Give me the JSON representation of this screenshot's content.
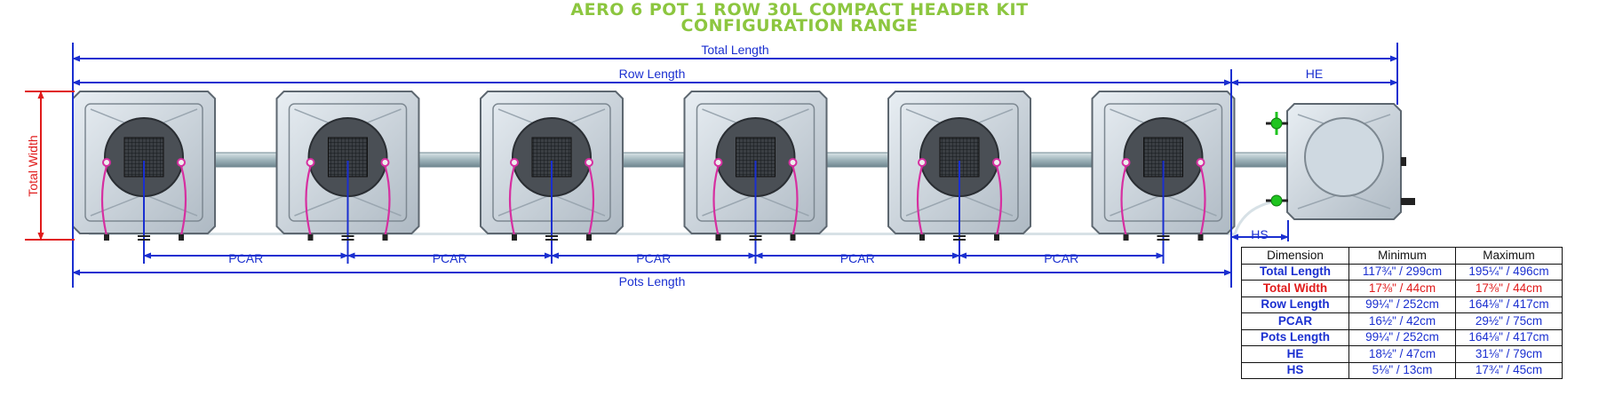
{
  "title": {
    "line1": "AERO 6 POT 1 ROW 30L COMPACT HEADER KIT",
    "line2": "CONFIGURATION RANGE"
  },
  "dimensions": {
    "total_length": "Total Length",
    "row_length": "Row Length",
    "header": "HE",
    "total_width": "Total Width",
    "header_spacing": "HS",
    "pot_spacing": "PCAR",
    "pots_length": "Pots Length"
  },
  "diagram": {
    "pot_count": 6,
    "colors": {
      "dimension_line": "#1a2fd0",
      "width_line": "#e01b1b",
      "title": "#8cc63f",
      "pot_body": "#c9d3dc",
      "pot_edge": "#5d6770",
      "pipe": "#9fb4bb",
      "drip_line": "#d62fa0",
      "valve": "#1fc41f"
    }
  },
  "table": {
    "headers": [
      "Dimension",
      "Minimum",
      "Maximum"
    ],
    "rows": [
      {
        "dimension": "Total Length",
        "min": "117¾\" / 299cm",
        "max": "195¼\" / 496cm",
        "highlight": "blue"
      },
      {
        "dimension": "Total Width",
        "min": "17⅜\" / 44cm",
        "max": "17⅜\" / 44cm",
        "highlight": "red"
      },
      {
        "dimension": "Row Length",
        "min": "99¼\" / 252cm",
        "max": "164⅛\" / 417cm",
        "highlight": "blue"
      },
      {
        "dimension": "PCAR",
        "min": "16½\" / 42cm",
        "max": "29½\" / 75cm",
        "highlight": "blue"
      },
      {
        "dimension": "Pots Length",
        "min": "99¼\" / 252cm",
        "max": "164⅛\" / 417cm",
        "highlight": "blue"
      },
      {
        "dimension": "HE",
        "min": "18½\" / 47cm",
        "max": "31⅛\" / 79cm",
        "highlight": "blue"
      },
      {
        "dimension": "HS",
        "min": "5⅛\" / 13cm",
        "max": "17¾\" / 45cm",
        "highlight": "blue"
      }
    ]
  }
}
